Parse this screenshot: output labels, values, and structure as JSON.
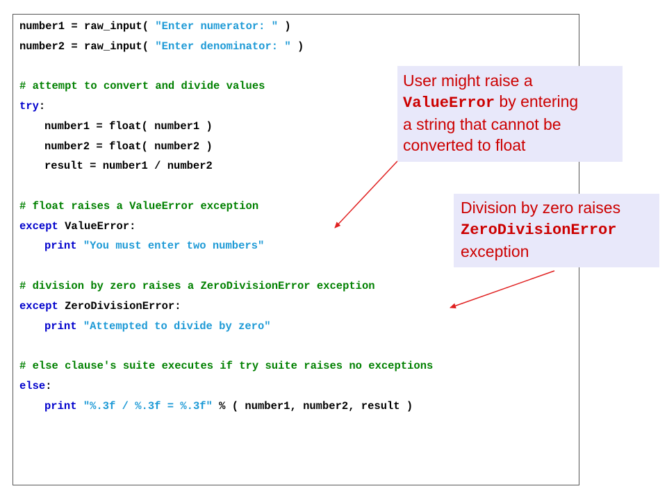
{
  "code": {
    "lines": [
      {
        "a": "number1 = raw_input( ",
        "b": "\"Enter numerator: \"",
        "c": " )"
      },
      {
        "a": "number2 = raw_input( ",
        "b": "\"Enter denominator: \"",
        "c": " )"
      },
      {
        "comment1": "# attempt to convert and divide values"
      },
      {
        "kw_try": "try",
        "colon": ":"
      },
      {
        "text": "number1 = float( number1 )"
      },
      {
        "text": "number2 = float( number2 )"
      },
      {
        "text": "result = number1 / number2"
      },
      {
        "comment2": "# float raises a ValueError exception"
      },
      {
        "kw": "except",
        "rest": " ValueError:"
      },
      {
        "kw": "print",
        "space": " ",
        "str": "\"You must enter two numbers\""
      },
      {
        "comment3": "# division by zero raises a ZeroDivisionError exception"
      },
      {
        "kw": "except",
        "rest": " ZeroDivisionError:"
      },
      {
        "kw": "print",
        "space": " ",
        "str": "\"Attempted to divide by zero\""
      },
      {
        "comment4": "# else clause's suite executes if try suite raises no exceptions"
      },
      {
        "kw": "else",
        "colon": ":"
      },
      {
        "kw": "print",
        "space": " ",
        "str": "\"%.3f / %.3f = %.3f\"",
        "rest": " % ( number1, number2, result )"
      }
    ]
  },
  "callouts": {
    "valueerror": {
      "line1": "User might raise a",
      "code": "ValueError",
      "line2_rest": " by entering",
      "line3": "a string that cannot be",
      "line4": "converted to float"
    },
    "zerodiv": {
      "line1": "Division by zero raises",
      "code": "ZeroDivisionError",
      "line3": "exception"
    }
  },
  "colors": {
    "comment": "#008000",
    "keyword": "#0000cc",
    "string": "#1e9ad6",
    "callout_text": "#cc0000",
    "callout_bg": "#e8e8fa",
    "arrow": "#e02020"
  }
}
